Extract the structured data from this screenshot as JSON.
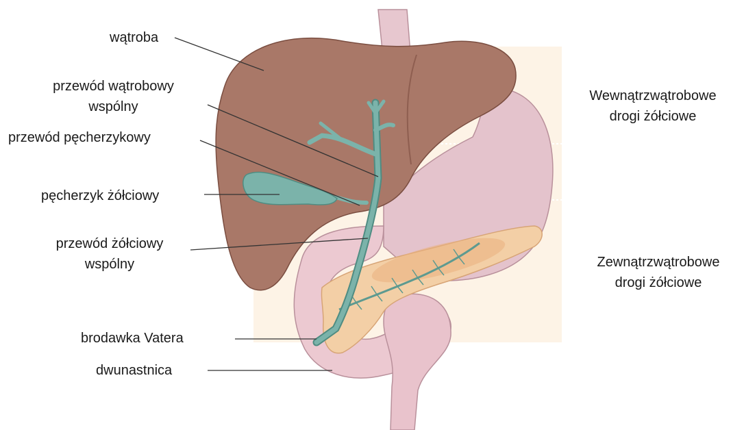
{
  "labels": {
    "liver": "wątroba",
    "common_hepatic_duct_l1": "przewód wątrobowy",
    "common_hepatic_duct_l2": "wspólny",
    "cystic_duct": "przewód pęcherzykowy",
    "gallbladder": "pęcherzyk żółciowy",
    "common_bile_duct_l1": "przewód żółciowy",
    "common_bile_duct_l2": "wspólny",
    "papilla": "brodawka Vatera",
    "duodenum": "dwunastnica"
  },
  "regions": {
    "intrahepatic_l1": "Wewnątrzwątrobowe",
    "intrahepatic_l2": "drogi żółciowe",
    "extrahepatic_l1": "Zewnątrzwątrobowe",
    "extrahepatic_l2": "drogi żółciowe"
  },
  "colors": {
    "liver": "#a97868",
    "liver_shade": "#8e5e50",
    "stomach": "#e4c3cc",
    "stomach_shade": "#d6a9b6",
    "bile": "#7bb3aa",
    "bile_dark": "#4f8c82",
    "pancreas": "#f3cfa6",
    "pancreas_shade": "#e9b07e",
    "duodenum": "#ecc9d1",
    "region_bg": "#fdf3e6",
    "leader": "#333333"
  }
}
